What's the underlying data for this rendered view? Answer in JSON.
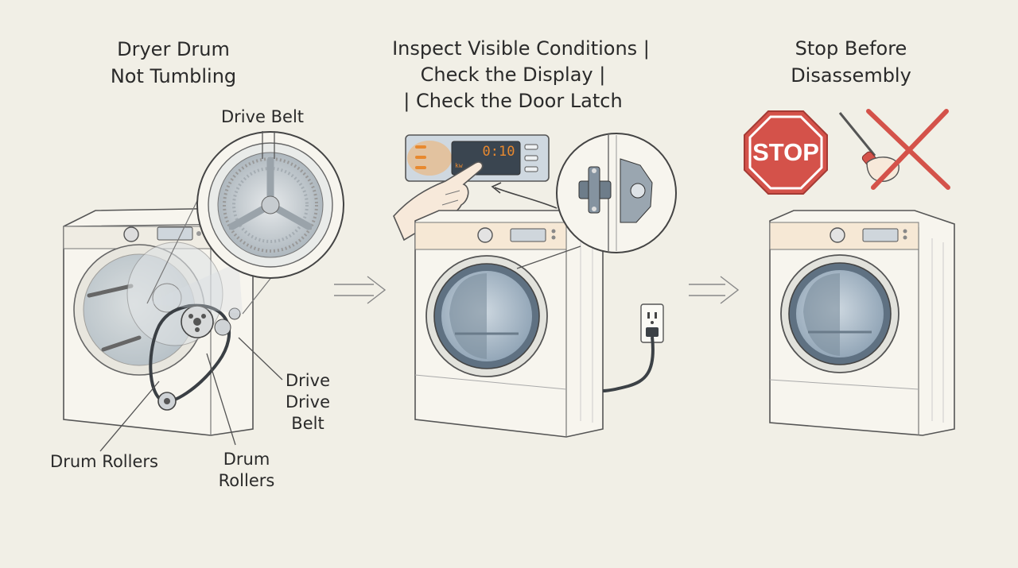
{
  "panels": [
    {
      "title_lines": [
        "Dryer Drum",
        "Not Tumbling"
      ],
      "callouts": {
        "top_belt": "Drive Belt",
        "right_belt_lines": [
          "Drive",
          "Drive",
          "Belt"
        ],
        "left_rollers": "Drum Rollers",
        "bottom_rollers_lines": [
          "Drum",
          "Rollers"
        ]
      }
    },
    {
      "title_lines": [
        "Inspect Visible Conditions |",
        "Check the Display |",
        "| Check the Door Latch"
      ],
      "display_readout": "0:10",
      "display_small": "kw"
    },
    {
      "title_lines": [
        "Stop Before",
        "Disassembly"
      ],
      "stop_sign": "STOP"
    }
  ],
  "colors": {
    "background": "#f1efe6",
    "appliance": "#f7f5ee",
    "glass": "#8ea4b8",
    "stop_red": "#d4524a",
    "display_orange": "#e8892f"
  },
  "icons": [
    "dryer-illustration",
    "magnifier-drum-icon",
    "belt-pulley-icon",
    "pointing-hand-icon",
    "door-latch-icon",
    "wall-outlet-icon",
    "stop-sign-icon",
    "screwdriver-hand-icon",
    "cross-out-icon",
    "arrow-right-icon"
  ]
}
